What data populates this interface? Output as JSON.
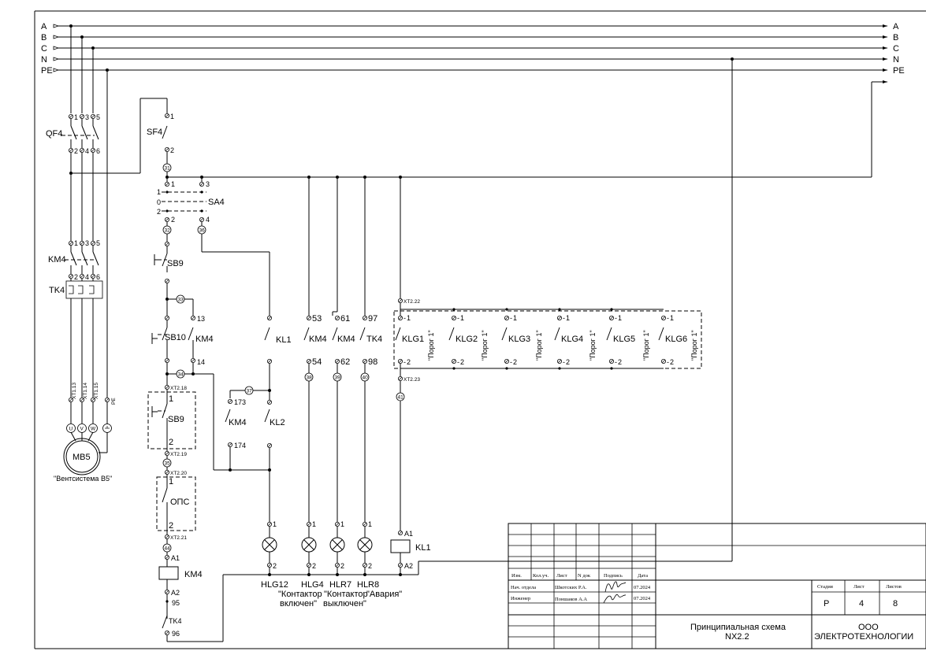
{
  "buses": [
    "A",
    "B",
    "C",
    "N",
    "PE"
  ],
  "qf4": {
    "name": "QF4",
    "top": [
      "1",
      "3",
      "5"
    ],
    "bottom": [
      "2",
      "4",
      "6"
    ]
  },
  "km4_main": {
    "name": "KM4",
    "top": [
      "1",
      "3",
      "5"
    ],
    "bottom": [
      "2",
      "4",
      "6"
    ]
  },
  "tk4_main": {
    "name": "TK4"
  },
  "motor_terminals": [
    "XT1.13",
    "XT1.14",
    "XT1.15",
    "PE"
  ],
  "motor_phases": [
    "U",
    "V",
    "W"
  ],
  "motor": {
    "name": "MB5",
    "caption": "\"Вентсистема В5\""
  },
  "sf4": {
    "name": "SF4",
    "top": "1",
    "bottom": "2",
    "wire": "31"
  },
  "sa4": {
    "name": "SA4",
    "positions": [
      "1",
      "0",
      "2"
    ],
    "contacts": [
      "1",
      "3",
      "2",
      "4"
    ],
    "wires": [
      "32",
      "36"
    ]
  },
  "sb9": {
    "name": "SB9"
  },
  "sb10": {
    "name": "SB10",
    "wire_top": "33",
    "wire_bottom": "34"
  },
  "km4_hold": {
    "name": "KM4",
    "top": "13",
    "bottom": "14"
  },
  "sb9_remote": {
    "name": "SB9",
    "term_top": "XT2.18",
    "term_bottom": "XT2.19",
    "top": "1",
    "bottom": "2",
    "wire": "35"
  },
  "ops": {
    "name": "ОПС",
    "term_top": "XT2.20",
    "term_bottom": "XT2.21",
    "top": "1",
    "bottom": "2",
    "wire": "44"
  },
  "km4_coil": {
    "name": "KM4",
    "top": "A1",
    "bottom": "A2"
  },
  "tk4_aux": {
    "name": "TK4",
    "top": "95",
    "bottom": "96"
  },
  "kl1_contact": {
    "name": "KL1"
  },
  "kl2_contact": {
    "name": "KL2",
    "wire": "37"
  },
  "km4_aux2": {
    "name": "KM4",
    "top": "173",
    "bottom": "174"
  },
  "aux_contacts": [
    {
      "name": "KM4",
      "top": "53",
      "bottom": "54",
      "wire": "38"
    },
    {
      "name": "KM4",
      "top": "61",
      "bottom": "62",
      "wire": "39"
    },
    {
      "name": "TK4",
      "top": "97",
      "bottom": "98",
      "wire": "40"
    }
  ],
  "klg": {
    "term_top": "XT2.22",
    "term_bottom": "XT2.23",
    "wire": "41",
    "top": "1",
    "bottom": "2",
    "names": [
      "KLG1",
      "KLG2",
      "KLG3",
      "KLG4",
      "KLG5",
      "KLG6"
    ],
    "threshold": "\"Порог 1\""
  },
  "lamps": [
    {
      "name": "HLG12",
      "top": "1",
      "bottom": "2"
    },
    {
      "name": "HLG4",
      "top": "1",
      "bottom": "2"
    },
    {
      "name": "HLR7",
      "top": "1",
      "bottom": "2"
    },
    {
      "name": "HLR8",
      "top": "1",
      "bottom": "2"
    }
  ],
  "lamp_captions": {
    "hlg12_line1": "\"Контактор",
    "hlg12_line2": "включен\"",
    "hlr7_line1": "\"Контактор",
    "hlr7_line2": "выключен\"",
    "hlr8_line1": "\"Авария\""
  },
  "kl1_coil": {
    "name": "KL1",
    "top": "A1",
    "bottom": "A2"
  },
  "title_block": {
    "hdr": [
      "Изм.",
      "Кол.уч.",
      "Лист",
      "N док",
      "Подпись",
      "Дата"
    ],
    "rows": [
      {
        "role": "Нач. отдела",
        "name": "Шкотских Р.А.",
        "date": "07.2024"
      },
      {
        "role": "Инженер",
        "name": "Поншаков А.А",
        "date": "07.2024"
      }
    ],
    "stage_label": "Стадия",
    "sheet_label": "Лист",
    "sheets_label": "Листов",
    "stage": "Р",
    "sheet": "4",
    "sheets": "8",
    "title_line1": "Принципиальная схема",
    "title_line2": "NX2.2",
    "org_line1": "ООО",
    "org_line2": "ЭЛЕКТРОТЕХНОЛОГИИ"
  }
}
